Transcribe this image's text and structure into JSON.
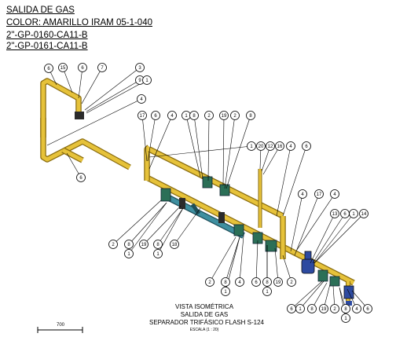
{
  "header": {
    "line1": "SALIDA DE GAS",
    "line2": "COLOR: AMARILLO IRAM 05-1-040",
    "line3": "2\"-GP-0160-CA11-B",
    "line4": "2\"-GP-0161-CA11-B"
  },
  "title_block": {
    "view": "VISTA ISOMÉTRICA",
    "subject": "SALIDA DE GAS",
    "equipment": "SEPARADOR TRIFÁSICO FLASH S-124",
    "scale": "ESCALA (1 : 20)"
  },
  "scale_bar": {
    "label": "700"
  },
  "colors": {
    "pipe": "#e6c23a",
    "pipe_edge": "#8a6d10",
    "spool": "#3e8fa0",
    "valve": "#2b6f57",
    "regulator": "#2d4aa0",
    "line": "#000000"
  },
  "callouts": [
    {
      "id": "c1",
      "label": "6"
    },
    {
      "id": "c2",
      "label": "15"
    },
    {
      "id": "c3",
      "label": "6"
    },
    {
      "id": "c4",
      "label": "7"
    },
    {
      "id": "c5",
      "label": "3"
    },
    {
      "id": "c6",
      "label": "9"
    },
    {
      "id": "c7",
      "label": "1"
    },
    {
      "id": "c8",
      "label": "4"
    },
    {
      "id": "c9",
      "label": "6"
    },
    {
      "id": "c10",
      "label": "17"
    },
    {
      "id": "c11",
      "label": "6"
    },
    {
      "id": "c12",
      "label": "4"
    },
    {
      "id": "c13",
      "label": "1"
    },
    {
      "id": "c14",
      "label": "8"
    },
    {
      "id": "c15",
      "label": "2"
    },
    {
      "id": "c16",
      "label": "19"
    },
    {
      "id": "c17",
      "label": "2"
    },
    {
      "id": "c18",
      "label": "8"
    },
    {
      "id": "c19",
      "label": "1"
    },
    {
      "id": "c20",
      "label": "20"
    },
    {
      "id": "c21",
      "label": "12"
    },
    {
      "id": "c22",
      "label": "16"
    },
    {
      "id": "c23",
      "label": "4"
    },
    {
      "id": "c24",
      "label": "6"
    },
    {
      "id": "c25",
      "label": "4"
    },
    {
      "id": "c26",
      "label": "17"
    },
    {
      "id": "c27",
      "label": "4"
    },
    {
      "id": "c28",
      "label": "13"
    },
    {
      "id": "c29",
      "label": "6"
    },
    {
      "id": "c30",
      "label": "1"
    },
    {
      "id": "c31",
      "label": "14"
    },
    {
      "id": "c32",
      "label": "2"
    },
    {
      "id": "c33",
      "label": "8"
    },
    {
      "id": "c34",
      "label": "1"
    },
    {
      "id": "c35",
      "label": "19"
    },
    {
      "id": "c36",
      "label": "8"
    },
    {
      "id": "c37",
      "label": "1"
    },
    {
      "id": "c38",
      "label": "18"
    },
    {
      "id": "c39",
      "label": "2"
    },
    {
      "id": "c40",
      "label": "8"
    },
    {
      "id": "c41",
      "label": "1"
    },
    {
      "id": "c42",
      "label": "4"
    },
    {
      "id": "c43",
      "label": "6"
    },
    {
      "id": "c44",
      "label": "8"
    },
    {
      "id": "c45",
      "label": "1"
    },
    {
      "id": "c46",
      "label": "19"
    },
    {
      "id": "c47",
      "label": "2"
    },
    {
      "id": "c48",
      "label": "6"
    },
    {
      "id": "c49",
      "label": "1"
    },
    {
      "id": "c50",
      "label": "8"
    },
    {
      "id": "c51",
      "label": "19"
    },
    {
      "id": "c52",
      "label": "2"
    },
    {
      "id": "c53",
      "label": "8"
    },
    {
      "id": "c54",
      "label": "1"
    },
    {
      "id": "c55",
      "label": "4"
    },
    {
      "id": "c56",
      "label": "6"
    }
  ]
}
